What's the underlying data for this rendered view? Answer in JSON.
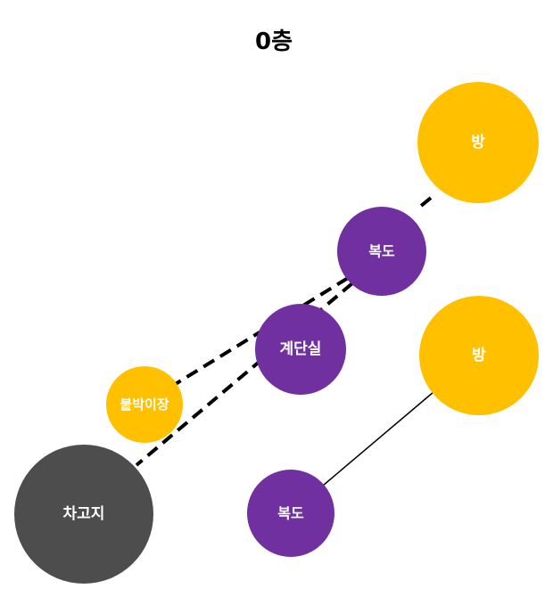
{
  "title": "0층",
  "colors": {
    "room": "#FFC000",
    "corridor": "#7030A0",
    "garage": "#4D4D4D",
    "label": "#FFFFFF",
    "edge": "#000000"
  },
  "nodes": [
    {
      "id": "room-top",
      "kind": "room",
      "label": "방"
    },
    {
      "id": "corridor-top",
      "kind": "corridor",
      "label": "복도"
    },
    {
      "id": "stairwell",
      "kind": "corridor",
      "label": "계단실"
    },
    {
      "id": "room-right",
      "kind": "room",
      "label": "방"
    },
    {
      "id": "closet",
      "kind": "room",
      "label": "붙박이장"
    },
    {
      "id": "garage",
      "kind": "garage",
      "label": "차고지"
    },
    {
      "id": "corridor-bottom",
      "kind": "corridor",
      "label": "복도"
    }
  ],
  "edges": [
    {
      "from": "room-top",
      "to": "corridor-top",
      "style": "dashed"
    },
    {
      "from": "corridor-top",
      "to": "closet",
      "style": "dashed"
    },
    {
      "from": "corridor-top",
      "to": "garage",
      "style": "dashed"
    },
    {
      "from": "room-right",
      "to": "corridor-bottom",
      "style": "solid"
    }
  ]
}
